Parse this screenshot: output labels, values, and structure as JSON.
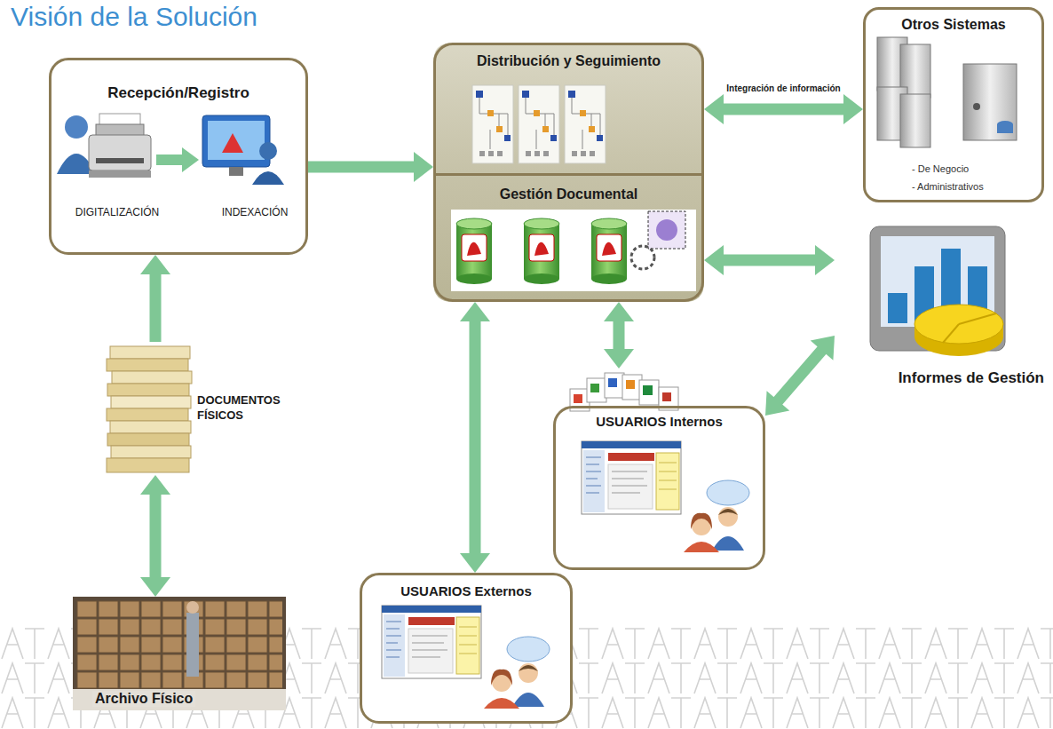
{
  "diagram": {
    "title": "Visión de la Solución",
    "nodes": [
      {
        "text": [
          "Recepción/Registro",
          "DIGITALIZACIÓN",
          "INDEXACIÓN"
        ]
      },
      {
        "text": [
          "Distribución y Seguimiento"
        ]
      },
      {
        "text": [
          "Gestión Documental"
        ]
      },
      {
        "text": [
          "Otros Sistemas",
          "- De Negocio",
          "- Administrativos"
        ]
      },
      {
        "text": [
          "Informes de Gestión"
        ]
      },
      {
        "text": [
          "DOCUMENTOS FÍSICOS"
        ]
      },
      {
        "text": [
          "USUARIOS Internos"
        ]
      },
      {
        "text": [
          "USUARIOS Externos"
        ]
      },
      {
        "text": [
          "Archivo Físico"
        ]
      }
    ],
    "edges": [
      {
        "from": 0,
        "to": 1,
        "arrow": "to"
      },
      {
        "from": 1,
        "to": 3,
        "label": "Integración de información",
        "arrow": "both"
      },
      {
        "from": 2,
        "to": 4,
        "arrow": "both"
      },
      {
        "from": 2,
        "to": 6,
        "arrow": "both"
      },
      {
        "from": 2,
        "to": 7,
        "arrow": "both"
      },
      {
        "from": 4,
        "to": 6,
        "arrow": "both"
      },
      {
        "from": 5,
        "to": 0,
        "arrow": "to"
      },
      {
        "from": 5,
        "to": 8,
        "arrow": "both"
      }
    ]
  }
}
